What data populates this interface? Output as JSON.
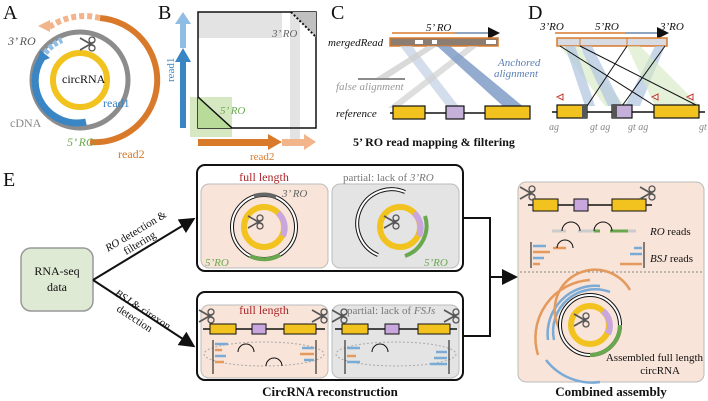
{
  "colors": {
    "orange": "#d97a2b",
    "orange_light": "#f2b48a",
    "blue": "#3a86c4",
    "blue_light": "#8fbde4",
    "yellow": "#f2c21e",
    "purple": "#c9a6dd",
    "green": "#6aa84f",
    "green_light": "#d6e8c2",
    "grey": "#8c8c8c",
    "grey_light": "#dcdcdc",
    "peach_panel": "#f8e4d8",
    "grey_panel": "#e4e4e4",
    "dark_red": "#a8262a",
    "rnaseq_box": "#dfead5"
  },
  "panelA": {
    "label": "A",
    "ro3": "3’ RO",
    "ro5": "5’ RO",
    "circrna": "circRNA",
    "cdna": "cDNA",
    "read1": "read1",
    "read2": "read2"
  },
  "panelB": {
    "label": "B",
    "read1": "read1",
    "read2": "read2",
    "ro3": "3’ RO",
    "ro5": "5’ RO"
  },
  "panelC": {
    "label": "C",
    "ro5": "5’ RO",
    "merged_read": "mergedRead",
    "false_alignment": "false alignment",
    "anchored_alignment_1": "Anchored",
    "anchored_alignment_2": "alignment",
    "reference": "reference",
    "caption": "5’ RO read mapping & filtering"
  },
  "panelD": {
    "label": "D",
    "ro3_left": "3’RO",
    "ro5": "5’RO",
    "ro3_right": "3’RO",
    "splice_sites": [
      "ag",
      "gt ag",
      "gt ag",
      "gt"
    ]
  },
  "panelE": {
    "label": "E",
    "rnaseq_line1": "RNA-seq",
    "rnaseq_line2": "data",
    "arrow_top_1_ital": "RO",
    "arrow_top_1_rest": " detection &",
    "arrow_top_2": "filtering",
    "arrow_bottom_1_ital": "BSJ",
    "arrow_bottom_1_rest": " & cirexon",
    "arrow_bottom_2": "detection",
    "top_box": {
      "full_length": "full length",
      "ro3": "3’ RO",
      "ro5": "5’RO",
      "partial_prefix": "partial: lack of ",
      "partial_ital": "3’RO",
      "ro5_right": "5’RO"
    },
    "bottom_box": {
      "full_length": "full length",
      "partial_prefix": "partial: lack of ",
      "partial_ital": "FSJs"
    },
    "reconstruction_caption": "CircRNA reconstruction",
    "combined": {
      "ro_reads_ital": "RO",
      "ro_reads_rest": " reads",
      "bsj_reads_ital": "BSJ",
      "bsj_reads_rest": " reads",
      "assembled_1": "Assembled full length",
      "assembled_2": "circRNA"
    },
    "combined_caption": "Combined assembly"
  }
}
